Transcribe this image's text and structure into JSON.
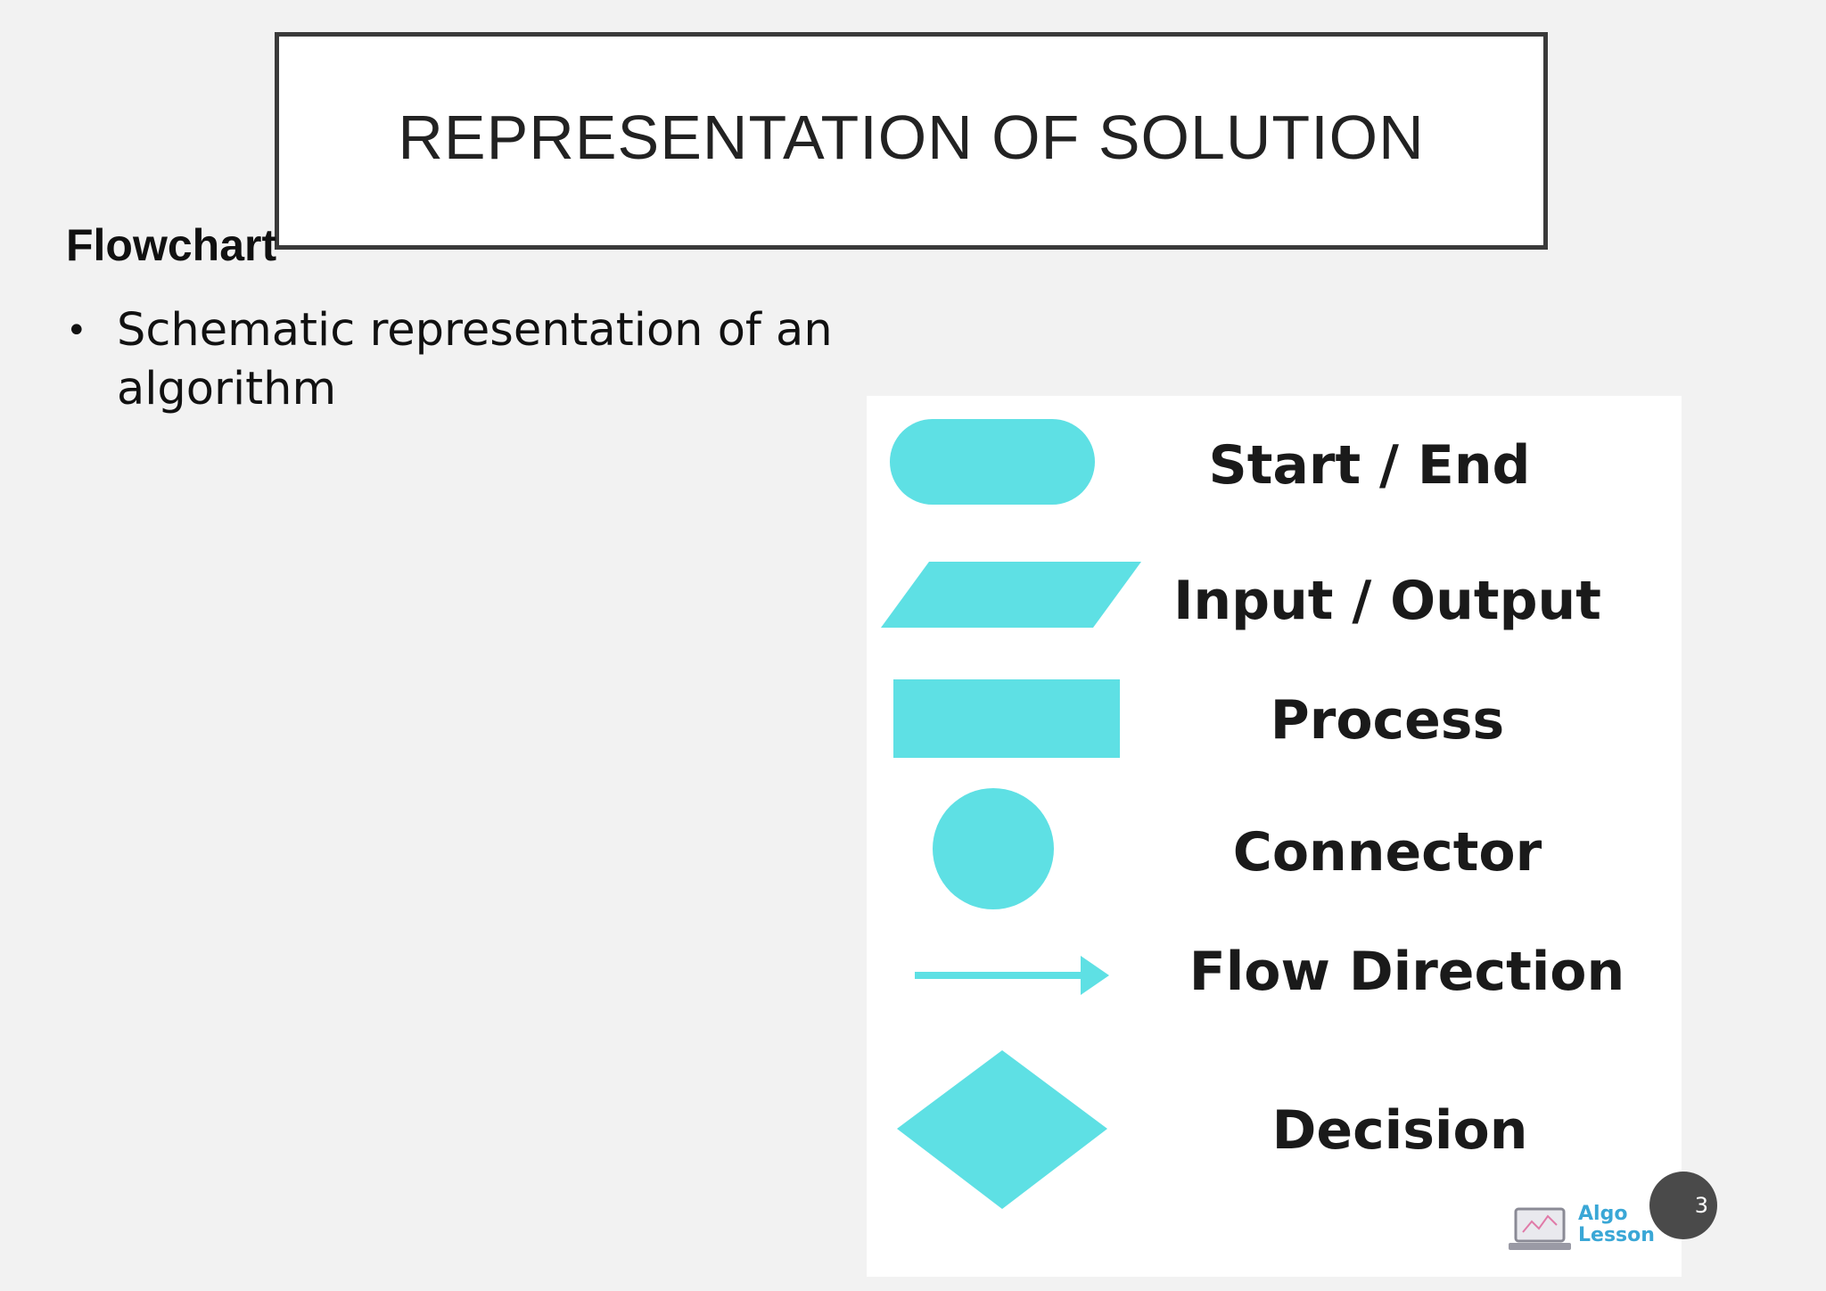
{
  "slide": {
    "title": "REPRESENTATION OF SOLUTION",
    "subheading": "Flowchart",
    "bullets": [
      "Schematic representation of an algorithm"
    ],
    "page_number": "3"
  },
  "legend": {
    "items": [
      {
        "shape": "terminator",
        "label": "Start / End"
      },
      {
        "shape": "parallelogram",
        "label": "Input / Output"
      },
      {
        "shape": "rectangle",
        "label": "Process"
      },
      {
        "shape": "circle",
        "label": "Connector"
      },
      {
        "shape": "arrow",
        "label": "Flow Direction"
      },
      {
        "shape": "diamond",
        "label": "Decision"
      }
    ],
    "shape_color": "#5ee0e4",
    "logo": {
      "text": "Algo Lesson",
      "icon": "laptop-icon"
    }
  }
}
